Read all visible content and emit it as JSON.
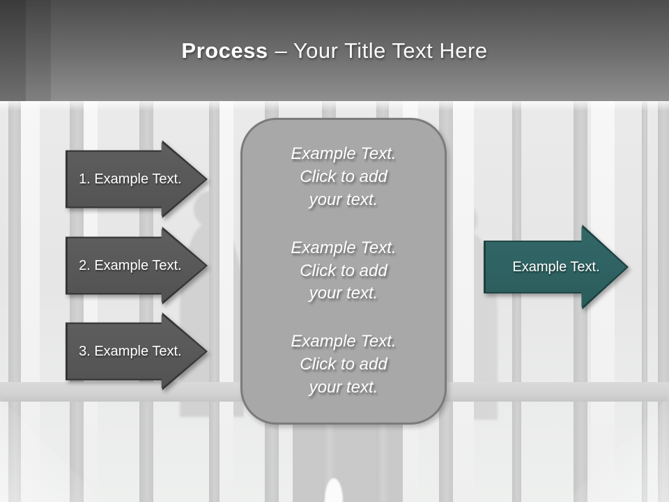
{
  "title": {
    "emphasis": "Process",
    "rest": "– Your Title Text Here"
  },
  "steps": [
    {
      "label": "1. Example Text."
    },
    {
      "label": "2. Example Text."
    },
    {
      "label": "3. Example Text."
    }
  ],
  "panel": {
    "blocks": [
      {
        "text": "Example Text.\nClick  to add\nyour text."
      },
      {
        "text": "Example Text.\nClick  to add\nyour text."
      },
      {
        "text": "Example Text.\nClick  to add\nyour text."
      }
    ]
  },
  "cta": {
    "label": "Example Text."
  },
  "colors": {
    "accent_teal": "#336868",
    "step_gray": "#575757",
    "panel_gray": "#a8a8a8",
    "header_gray": "#6f6f6f"
  }
}
